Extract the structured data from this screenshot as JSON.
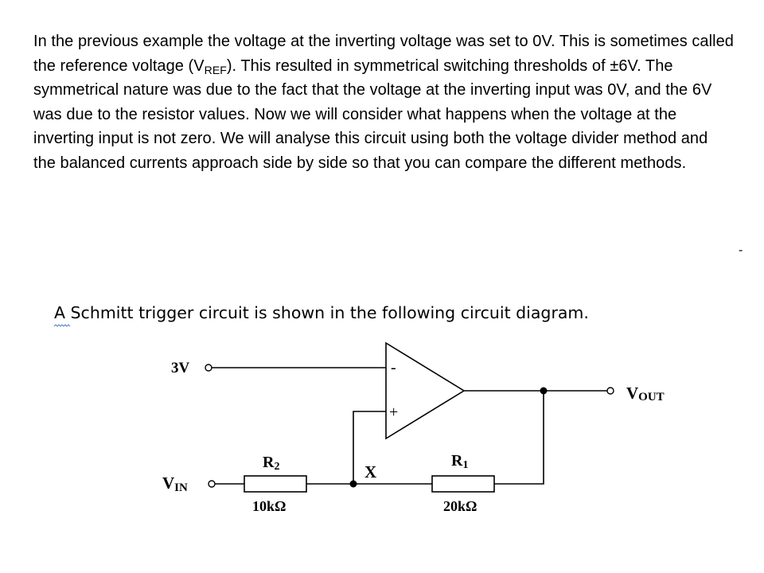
{
  "intro": {
    "s1": "In the previous example the voltage at the inverting voltage was set to 0V. This is sometimes called the reference voltage (V",
    "sub": "REF",
    "s2": "). This resulted in symmetrical switching thresholds of ±6V. The symmetrical nature was due to the fact that the voltage at the inverting input was 0V, and the 6V was due to the resistor values. Now we will consider what happens when the voltage at the inverting input is not zero. We will analyse this circuit using both the voltage divider method and the balanced currents approach side by side so that you can compare the different methods."
  },
  "stray_mark": "-",
  "diagram": {
    "caption": "A Schmitt trigger circuit is shown in the following circuit diagram.",
    "ref_voltage": "3V",
    "vin": {
      "main": "V",
      "sub": "IN"
    },
    "vout": {
      "main": "V",
      "sub": "OUT"
    },
    "minus_sign": "-",
    "plus_sign": "+",
    "node_label": "X",
    "r2": {
      "main": "R",
      "sub": "2",
      "value": "10kΩ"
    },
    "r1": {
      "main": "R",
      "sub": "1",
      "value": "20kΩ"
    }
  }
}
